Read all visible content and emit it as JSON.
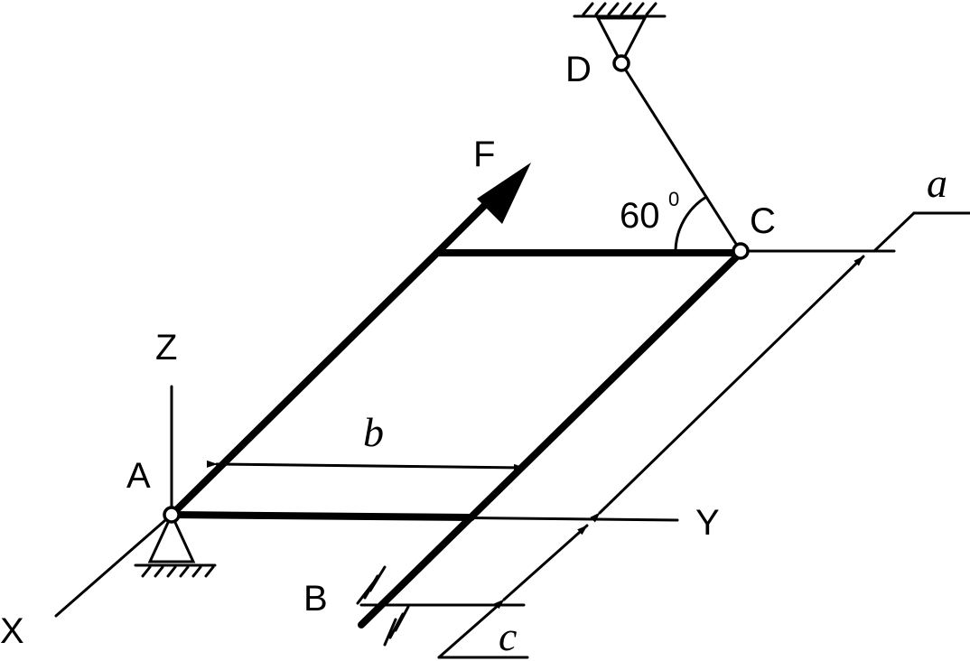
{
  "labels": {
    "A": "A",
    "B": "B",
    "C": "C",
    "D": "D",
    "F": "F",
    "X": "X",
    "Y": "Y",
    "Z": "Z",
    "a": "a",
    "b": "b",
    "c": "c",
    "angle": "60",
    "angle_sup": "0"
  }
}
